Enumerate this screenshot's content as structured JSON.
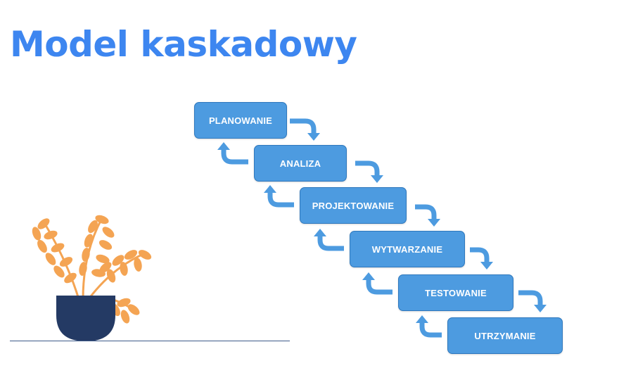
{
  "slide": {
    "title": "Model kaskadowy"
  },
  "stages": [
    {
      "label": "PLANOWANIE"
    },
    {
      "label": "ANALIZA"
    },
    {
      "label": "PROJEKTOWANIE"
    },
    {
      "label": "WYTWARZANIE"
    },
    {
      "label": "TESTOWANIE"
    },
    {
      "label": "UTRZYMANIE"
    }
  ],
  "colors": {
    "title": "#3d86f0",
    "stage_fill": "#4d9be0",
    "stage_border": "#2f78bd",
    "arrow": "#4d9be0",
    "leaf": "#f4a453",
    "pot": "#243a64",
    "ground": "#3d5a8a"
  },
  "icons": {
    "forward_arrow": "curved-arrow-down-icon",
    "back_arrow": "curved-arrow-up-icon",
    "decoration": "potted-plant-icon"
  }
}
